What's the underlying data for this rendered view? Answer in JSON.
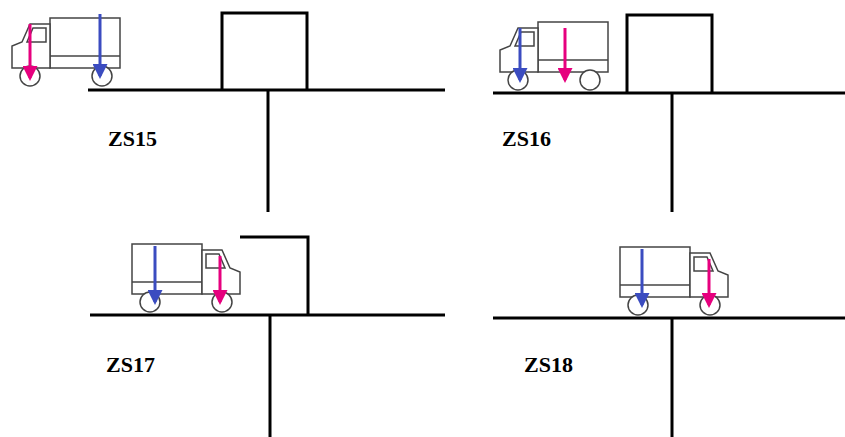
{
  "diagram": {
    "labels": [
      "ZS15",
      "ZS16",
      "ZS17",
      "ZS18"
    ]
  }
}
